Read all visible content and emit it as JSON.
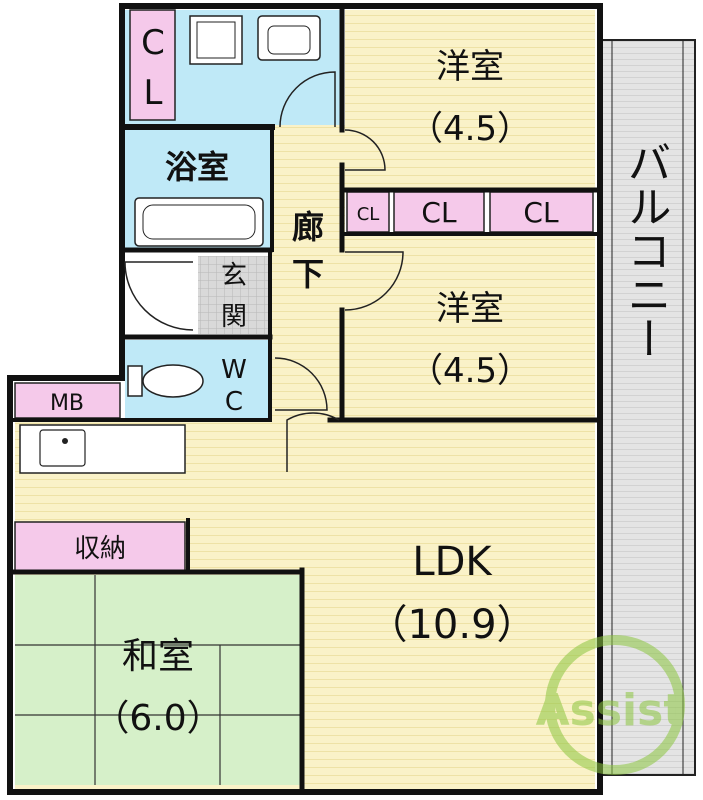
{
  "rooms": {
    "western_room_1": {
      "name": "洋室",
      "size": "（4.5）"
    },
    "western_room_2": {
      "name": "洋室",
      "size": "（4.5）"
    },
    "ldk": {
      "name": "LDK",
      "size": "（10.9）"
    },
    "japanese_room": {
      "name": "和室",
      "size": "（6.0）"
    },
    "bathroom": {
      "name": "浴室"
    },
    "hallway": {
      "name_top": "廊",
      "name_bottom": "下"
    },
    "entrance": {
      "name_top": "玄",
      "name_bottom": "関"
    },
    "toilet": {
      "name_top": "W",
      "name_bottom": "C"
    },
    "balcony": {
      "name": "バルコニー"
    }
  },
  "storage": {
    "closet_washroom": {
      "top": "C",
      "bottom": "L"
    },
    "closet_small": "CL",
    "closet_mid": "CL",
    "closet_right": "CL",
    "meter_box": "MB",
    "japanese_storage": "収納"
  },
  "watermark": {
    "text": "Assist"
  },
  "colors": {
    "wood_floor": "#FAF2C8",
    "tatami": "#D6F0C9",
    "wet_area": "#BFE9F7",
    "closet": "#F5C9EA",
    "balcony": "#E2E2E2",
    "wall": "#111111",
    "watermark": "#8CC63F"
  }
}
